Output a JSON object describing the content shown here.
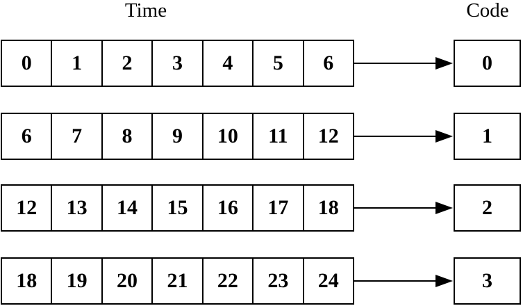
{
  "labels": {
    "time": "Time",
    "code": "Code"
  },
  "colors": {
    "stroke": "#000000",
    "background": "#ffffff"
  },
  "rows": [
    {
      "cells": [
        "0",
        "1",
        "2",
        "3",
        "4",
        "5",
        "6"
      ],
      "code": "0"
    },
    {
      "cells": [
        "6",
        "7",
        "8",
        "9",
        "10",
        "11",
        "12"
      ],
      "code": "1"
    },
    {
      "cells": [
        "12",
        "13",
        "14",
        "15",
        "16",
        "17",
        "18"
      ],
      "code": "2"
    },
    {
      "cells": [
        "18",
        "19",
        "20",
        "21",
        "22",
        "23",
        "24"
      ],
      "code": "3"
    }
  ]
}
